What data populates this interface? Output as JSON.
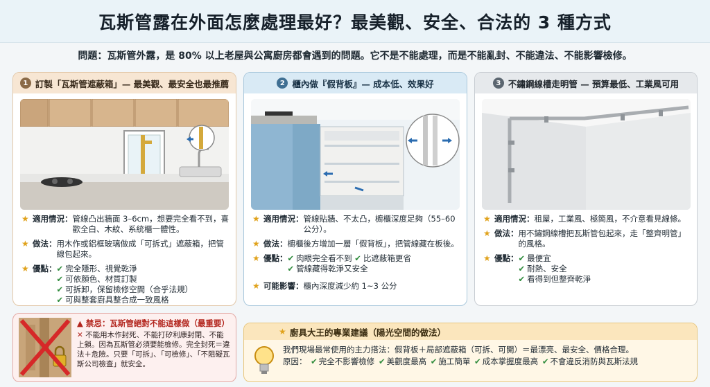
{
  "title": "瓦斯管露在外面怎麼處理最好？最美觀、安全、合法的 3 種方式",
  "intro": "問題：瓦斯管外露，是 80% 以上老屋與公寓廚房都會遇到的問題。它不是不能處理，而是不能亂封、不能違法、不能影響檢修。",
  "panels": [
    {
      "num": "1",
      "heading": "訂製「瓦斯管遮蔽箱」— 最美觀、最安全也最推薦",
      "situation_label": "適用情況：",
      "situation": "管線凸出牆面 3–6cm，想要完全看不到，喜歡全白、木紋、系統櫃一體性。",
      "method_label": "做法：",
      "method": "用木作或鋁框玻璃做成「可拆式」遮蔽箱，把管線包起來。",
      "pros_label": "優點：",
      "pros": [
        "完全隱形、視覺乾淨",
        "可依顏色、材質訂製",
        "可拆卸，保留檢修空間（合乎法規）",
        "可與整套廚具整合成一致風格"
      ]
    },
    {
      "num": "2",
      "heading": "櫃內做『假背板』— 成本低、效果好",
      "situation_label": "適用情況：",
      "situation": "管線貼牆、不太凸，櫥櫃深度足夠（55–60 公分）。",
      "method_label": "做法：",
      "method": "櫥櫃後方增加一層「假背板」，把管線藏在板後。",
      "pros_label": "優點：",
      "pros": [
        "肉眼完全看不到",
        "比遮蔽箱更省",
        "管線藏得乾淨又安全"
      ],
      "impact_label": "可能影響：",
      "impact": "櫃內深度減少約 1~3 公分"
    },
    {
      "num": "3",
      "heading": "不鏽鋼線槽走明管 — 預算最低、工業風可用",
      "situation_label": "適用情況：",
      "situation": "租屋，工業風、極簡風，不介意看見線條。",
      "method_label": "做法：",
      "method": "用不鏽鋼線槽把瓦斯管包起來，走「整齊明管」的風格。",
      "pros_label": "優點：",
      "pros": [
        "最便宜",
        "耐熱、安全",
        "看得到但整齊乾淨"
      ]
    }
  ],
  "warning": {
    "title": "禁忌：瓦斯管絕對不能這樣做（最重要）",
    "body": "不能用木作封死、不能打矽利康封閉、不能上鎖。因為瓦斯管必須要能檢修。完全封死＝違法＋危險。只要「可拆」、「可檢修」、「不阻礙瓦斯公司檢查」就安全。",
    "x_mark": "✕"
  },
  "tip": {
    "heading": "廚具大王的專業建議（陽光空間的做法）",
    "line1": "我們現場最常使用的主力搭法：假背板＋局部遮蔽箱（可拆、可開）＝最漂亮、最安全、價格合理。",
    "reasons_label": "原因：",
    "reasons": [
      "完全不影響檢修",
      "美觀度最高",
      "施工簡單",
      "成本掌握度最高",
      "不會違反消防與瓦斯法規"
    ]
  },
  "colors": {
    "panel1_head": "#f7e6d3",
    "panel2_head": "#d9eaf5",
    "panel3_head": "#e6e9ec",
    "check": "#2e8b3b",
    "star": "#e0a21b",
    "warning": "#b3261e"
  }
}
